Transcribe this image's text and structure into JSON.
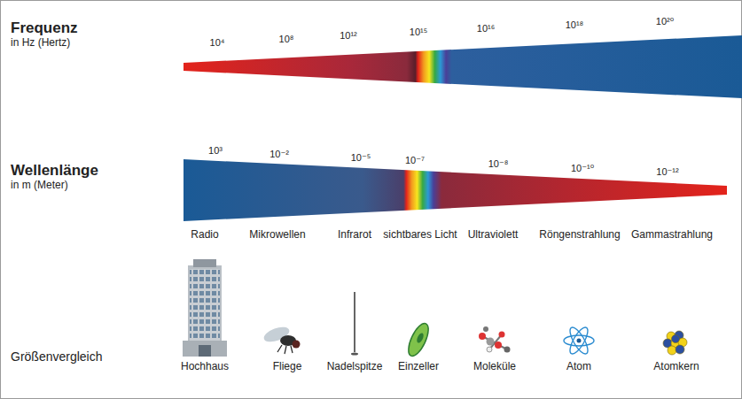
{
  "diagram": {
    "labels": [
      "Frequenz",
      "in Hz (Hertz)",
      "10⁴",
      "10⁸",
      "10¹²",
      "10¹⁵",
      "10¹⁶",
      "10¹⁸",
      "10²⁰",
      "Wellenlänge",
      "in m (Meter)",
      "10³",
      "10⁻²",
      "10⁻⁵",
      "10⁻⁷",
      "10⁻⁸",
      "10⁻¹⁰",
      "10⁻¹²",
      "Radio",
      "Mikrowellen",
      "Infrarot",
      "sichtbares Licht",
      "Ultraviolett",
      "Röngenstrahlung",
      "Gammastrahlung",
      "Größenvergleich",
      "Hochhaus",
      "Fliege",
      "Nadelspitze",
      "Einzeller",
      "Moleküle",
      "Atom",
      "Atomkern"
    ]
  }
}
